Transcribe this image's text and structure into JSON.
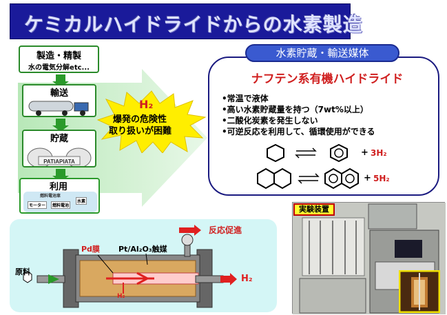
{
  "title": "ケミカルハイドライドからの水素製造",
  "process": {
    "production_title": "製造・精製",
    "production_sub": "水の電気分解etc...",
    "transport": "輸送",
    "storage": "貯蔵",
    "storage_tank_text": "PATIAPIATA",
    "usage": "利用",
    "usage_sub1": "燃料電池車",
    "usage_sub2": "モーター",
    "usage_sub3": "燃料電池",
    "usage_sub4": "水素"
  },
  "hazard": {
    "symbol": "H₂",
    "line1": "爆発の危険性",
    "line2": "取り扱いが困難"
  },
  "hydride": {
    "tag": "水素貯蔵・輸送媒体",
    "heading": "ナフテン系有機ハイドライド",
    "features": [
      "•常温で液体",
      "•高い水素貯蔵量を持つ（7wt%以上）",
      "•二酸化炭素を発生しない",
      "•可逆反応を利用して、循環使用ができる"
    ],
    "reaction1_h2": "3H₂",
    "reaction2_h2": "5H₂",
    "plus": "+"
  },
  "reactor": {
    "reaction_promote": "反応促進",
    "pd_membrane": "Pd膜",
    "catalyst": "Pt/Al₂O₃触媒",
    "feed": "原料",
    "h2_out": "H₂",
    "h_small": "H₂"
  },
  "experiment_label": "実験装置",
  "colors": {
    "banner": "#1a1a9a",
    "green": "#2a9a2a",
    "accent_red": "#d02020",
    "panel_blue": "#3a5ad0",
    "cyan_panel": "#d4f6f6"
  }
}
